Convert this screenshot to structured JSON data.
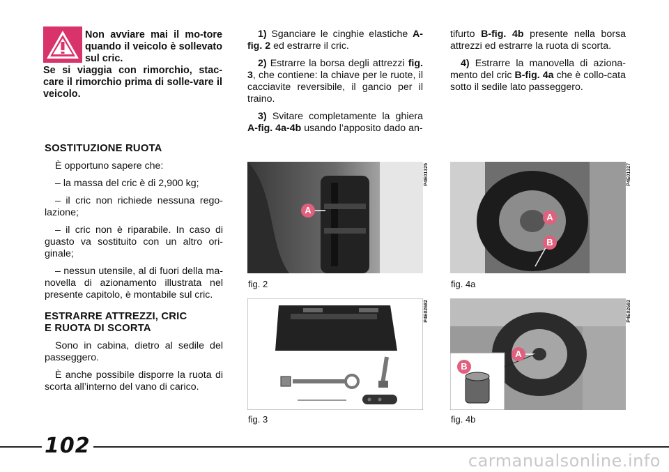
{
  "warning": {
    "line1": "Non avviare mai il mo-tore quando il veicolo è sollevato sul cric.",
    "line2": "Se si viaggia con rimorchio, stac-care il rimorchio prima di solle-vare il veicolo."
  },
  "left": {
    "title1": "SOSTITUZIONE RUOTA",
    "intro": "È opportuno sapere che:",
    "items": [
      "– la massa del cric è di 2,900 kg;",
      "– il cric non richiede nessuna rego-lazione;",
      "– il cric non è riparabile. In caso di guasto va sostituito con un altro ori-ginale;",
      "– nessun utensile, al di fuori della ma-novella di azionamento illustrata nel presente capitolo, è montabile sul cric."
    ],
    "title2a": "ESTRARRE ATTREZZI, CRIC",
    "title2b": "E RUOTA DI SCORTA",
    "p1": "Sono in cabina, dietro al sedile del passeggero.",
    "p2": "È anche possibile disporre la ruota di scorta all’interno del vano di carico."
  },
  "mid": {
    "s1_num": "1)",
    "s1_a": "Sganciare le cinghie elastiche",
    "s1_ref": "A-fig. 2",
    "s1_b": "ed estrarre il cric.",
    "s2_num": "2)",
    "s2_a": "Estrarre la borsa degli attrezzi",
    "s2_ref": "fig. 3",
    "s2_b": ", che contiene: la chiave per le ruote, il cacciavite reversibile, il gancio per il traino.",
    "s3_num": "3)",
    "s3_a": "Svitare completamente la ghiera",
    "s3_ref": "A-fig. 4a-4b",
    "s3_b": "usando l’apposito dado an-"
  },
  "right": {
    "c1": "tifurto",
    "c1_ref": "B-fig. 4b",
    "c1_b": "presente nella borsa attrezzi ed estrarre la ruota di scorta.",
    "s4_num": "4)",
    "s4_a": "Estrarre la manovella di aziona-mento del cric",
    "s4_ref": "B-fig. 4a",
    "s4_b": "che è collo-cata sotto il sedile lato passeggero."
  },
  "figures": {
    "fig2": {
      "caption": "fig. 2",
      "code": "P4E01325",
      "label_a": "A"
    },
    "fig4a": {
      "caption": "fig. 4a",
      "code": "P4E01327",
      "label_a": "A",
      "label_b": "B"
    },
    "fig3": {
      "caption": "fig. 3",
      "code": "P4E02682"
    },
    "fig4b": {
      "caption": "fig. 4b",
      "code": "P4E02683",
      "label_a": "A",
      "label_b": "B"
    }
  },
  "page_number": "102",
  "watermark": "carmanualsonline.info",
  "colors": {
    "label_pink": "#e0607e",
    "warning_red": "#d8336a"
  }
}
